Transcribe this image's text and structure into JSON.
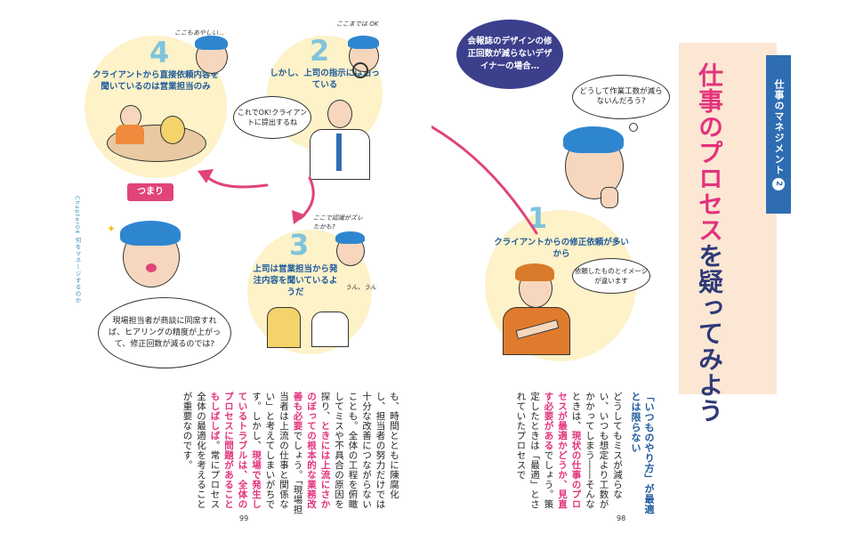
{
  "left_page": {
    "step4": {
      "number": "4",
      "caption": "クライアントから直接依頼内容を聞いているのは営業担当のみ",
      "handwritten": "ここもあやしい…"
    },
    "step2": {
      "number": "2",
      "caption": "しかし、上司の指示には沿っている",
      "handwritten": "ここまでは OK",
      "bubble": "これでOK!クライアントに提出するね"
    },
    "step3": {
      "number": "3",
      "caption": "上司は営業担当から発注内容を聞いているようだ",
      "handwritten": "ここで認識がズレたかも?",
      "small_talk": "うん、うん"
    },
    "tsumari": "つまり",
    "conclusion_bubble": "現場担当者が商談に同席すれば、ヒアリングの精度が上がって、修正回数が減るのでは?",
    "chapter_side": "Chapter04 何をマネージするのか",
    "body_plain1": "も、時間とともに陳腐化し、担当者の努力だけでは十分な改善につながらないことも。全体の工程を俯瞰してミスや不具合の原因を探り、",
    "body_emph1": "ときには上流にさかのぼっての根本的な業務改善も必要",
    "body_plain2": "でしょう。「現場担当者は上流の仕事と関係ない」と考えてしまいがちです。しかし、",
    "body_emph2": "現場で発生しているトラブルは、全体のプロセスに問題があることもしばしば",
    "body_plain3": "。常にプロセス全体の最適化を考えることが重要なのです。",
    "page_number": "99"
  },
  "right_page": {
    "intro_bubble": "会報誌のデザインの修正回数が減らないデザイナーの場合…",
    "thought_bubble": "どうして作業工数が減らないんだろう?",
    "step1": {
      "number": "1",
      "caption": "クライアントからの修正依頼が多いから",
      "bubble": "依頼したものとイメージが違います"
    },
    "category_label": "仕事のマネジメント",
    "category_number": "2",
    "title_part1": "仕事のプロセス",
    "title_part2": "を疑ってみよう",
    "subheading": "「いつものやり方」が最適とは限らない",
    "body_plain1": "どうしてもミスが減らない、いつも想定より工数がかかってしまう――そんなときは、",
    "body_emph1": "現状の仕事のプロセスが最適かどうか、見直す必要がある",
    "body_plain2": "でしょう。策定したときは「最適」とされていたプロセスで",
    "page_number": "98"
  },
  "colors": {
    "accent_pink": "#e3337c",
    "caption_blue": "#1f5a9c",
    "arrow_pink": "#e0447a",
    "title_bg": "#fbe7d4",
    "tab_blue": "#2f6db3",
    "intro_navy": "#3b3f8c",
    "circle_yellow": "#fdf2c8"
  }
}
